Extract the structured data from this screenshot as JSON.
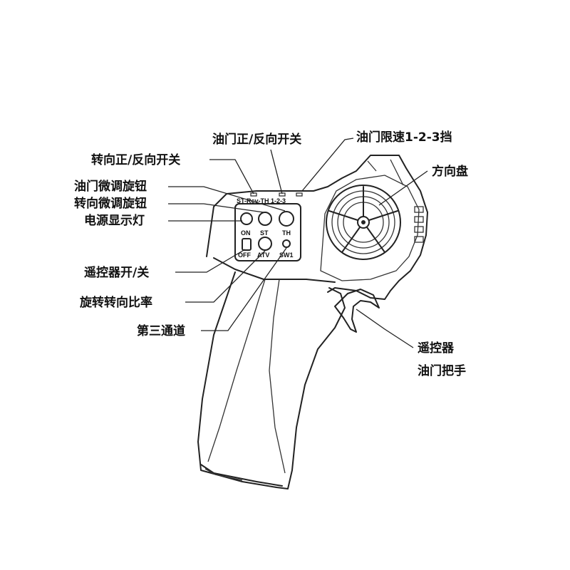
{
  "labels": {
    "throttle_reverse": "油门正/反向开关",
    "throttle_limit": "油门限速1-2-3挡",
    "steering_reverse": "转向正/反向开关",
    "steering_wheel": "方向盘",
    "throttle_trim": "油门微调旋钮",
    "steering_trim": "转向微调旋钮",
    "power_led": "电源显示灯",
    "power_switch": "遥控器开/关",
    "dual_rate": "旋转转向比率",
    "third_channel": "第三通道",
    "trigger_line1": "遥控器",
    "trigger_line2": "油门把手"
  },
  "panel": {
    "top_text": "ST-Rcv-TH 1-2-3",
    "on": "ON",
    "st": "ST",
    "th": "TH",
    "off": "OFF",
    "atv": "ATV",
    "sw1": "SW1"
  },
  "colors": {
    "ink": "#222222",
    "background": "#ffffff"
  }
}
